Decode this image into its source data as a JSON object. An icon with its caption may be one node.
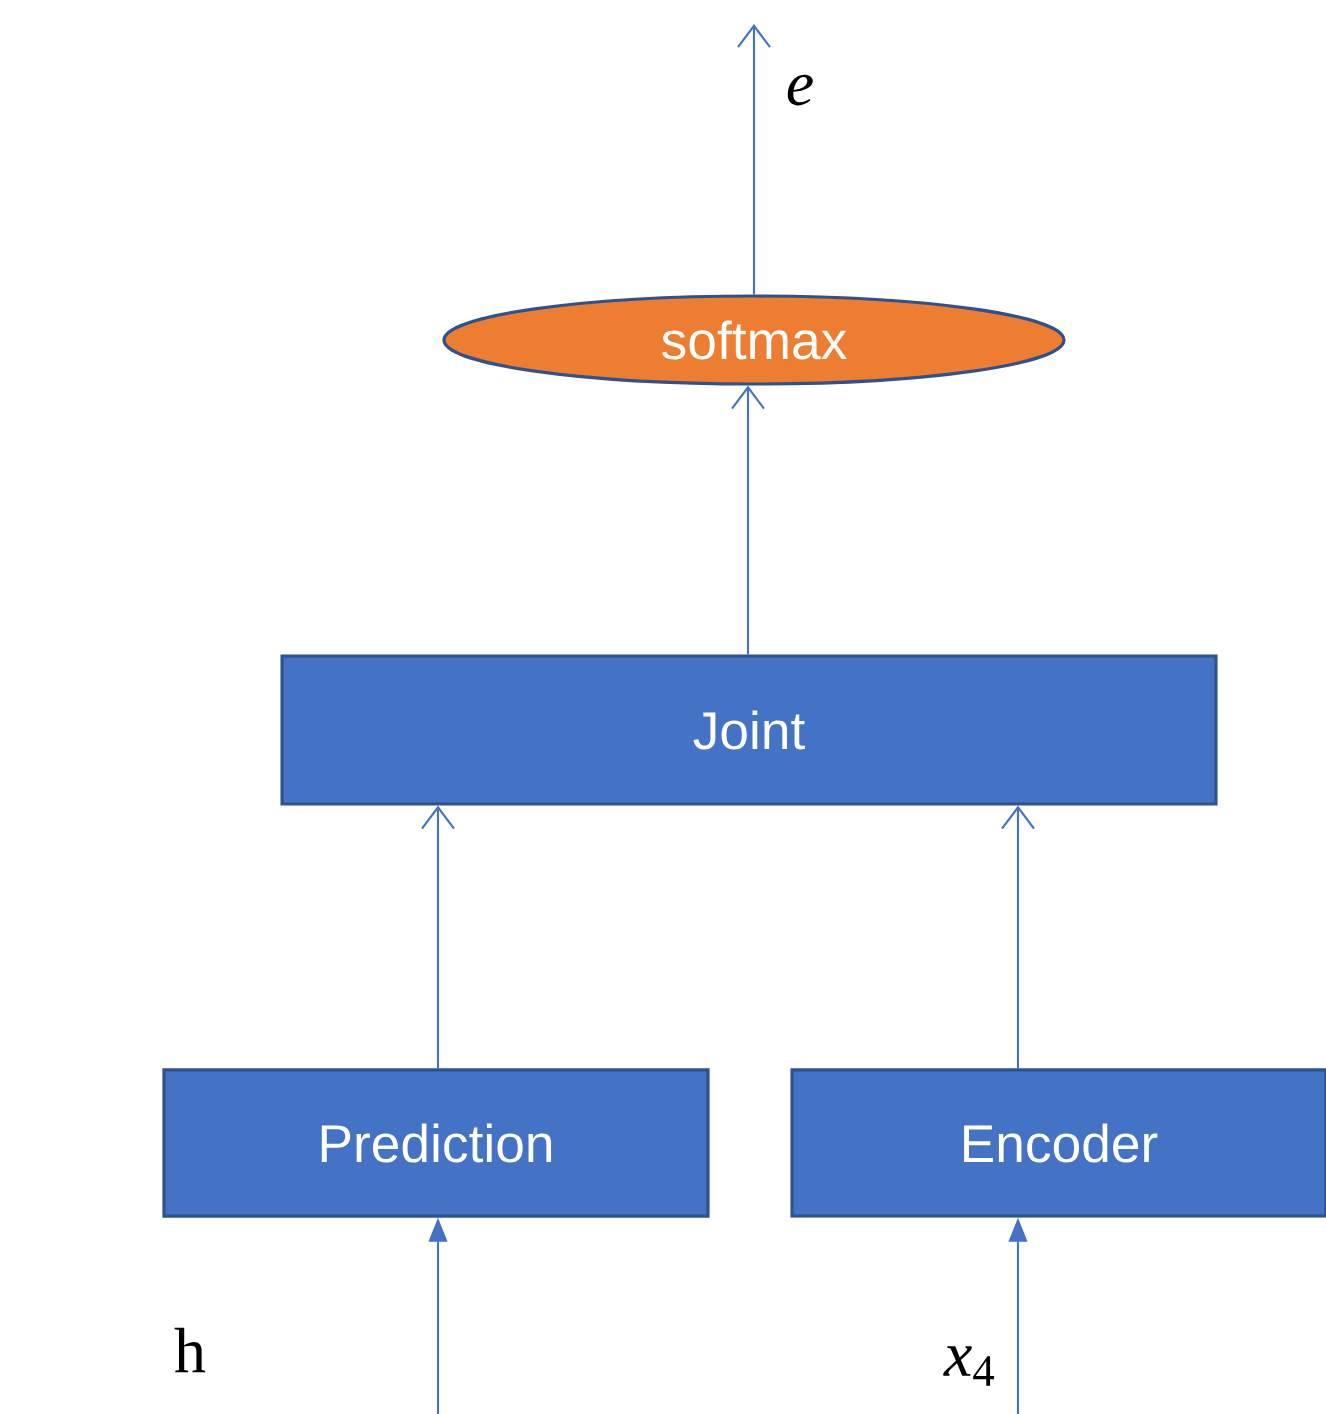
{
  "diagram": {
    "nodes": [
      {
        "text": [
          "softmax"
        ]
      },
      {
        "text": [
          "Joint"
        ]
      },
      {
        "text": [
          "Prediction"
        ]
      },
      {
        "text": [
          "Encoder"
        ]
      }
    ],
    "edges": [
      {
        "from": 0,
        "to": null,
        "arrow": "to"
      },
      {
        "from": 1,
        "to": 0,
        "arrow": "to"
      },
      {
        "from": 2,
        "to": 1,
        "arrow": "to"
      },
      {
        "from": 3,
        "to": 1,
        "arrow": "to"
      },
      {
        "from": null,
        "to": 2,
        "arrow": "to"
      },
      {
        "from": null,
        "to": 3,
        "arrow": "to"
      }
    ],
    "labels": [
      "*e*",
      "h",
      "*x*$_{4}$"
    ]
  }
}
